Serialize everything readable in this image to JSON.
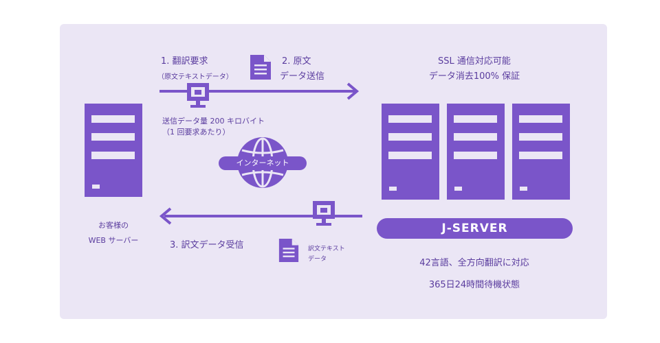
{
  "diagram": {
    "step1": {
      "label": "1. 翻訳要求",
      "sub": "（原文テキストデータ）"
    },
    "step2": {
      "line1": "2. 原文",
      "line2": "データ送信"
    },
    "data_volume": {
      "line1": "送信データ量 200 キロバイト",
      "line2": "（1 回要求あたり）"
    },
    "internet_label": "インターネット",
    "step3": {
      "label": "3. 訳文データ受信"
    },
    "return_doc_label": {
      "line1": "訳文テキスト",
      "line2": "データ"
    },
    "client": {
      "line1": "お客様の",
      "line2": "WEB サーバー"
    },
    "ssl": {
      "line1": "SSL 通信対応可能",
      "line2": "データ消去100% 保証"
    },
    "jserver_label": "J-SERVER",
    "features": {
      "line1": "42言語、全方向翻訳に対応",
      "line2": "365日24時間待機状態"
    },
    "colors": {
      "accent": "#7a55c9",
      "background_panel": "#ebe6f5"
    },
    "icons": [
      "document-icon",
      "monitor-icon",
      "globe-icon",
      "server-icon",
      "arrow-right-icon",
      "arrow-left-icon"
    ]
  }
}
